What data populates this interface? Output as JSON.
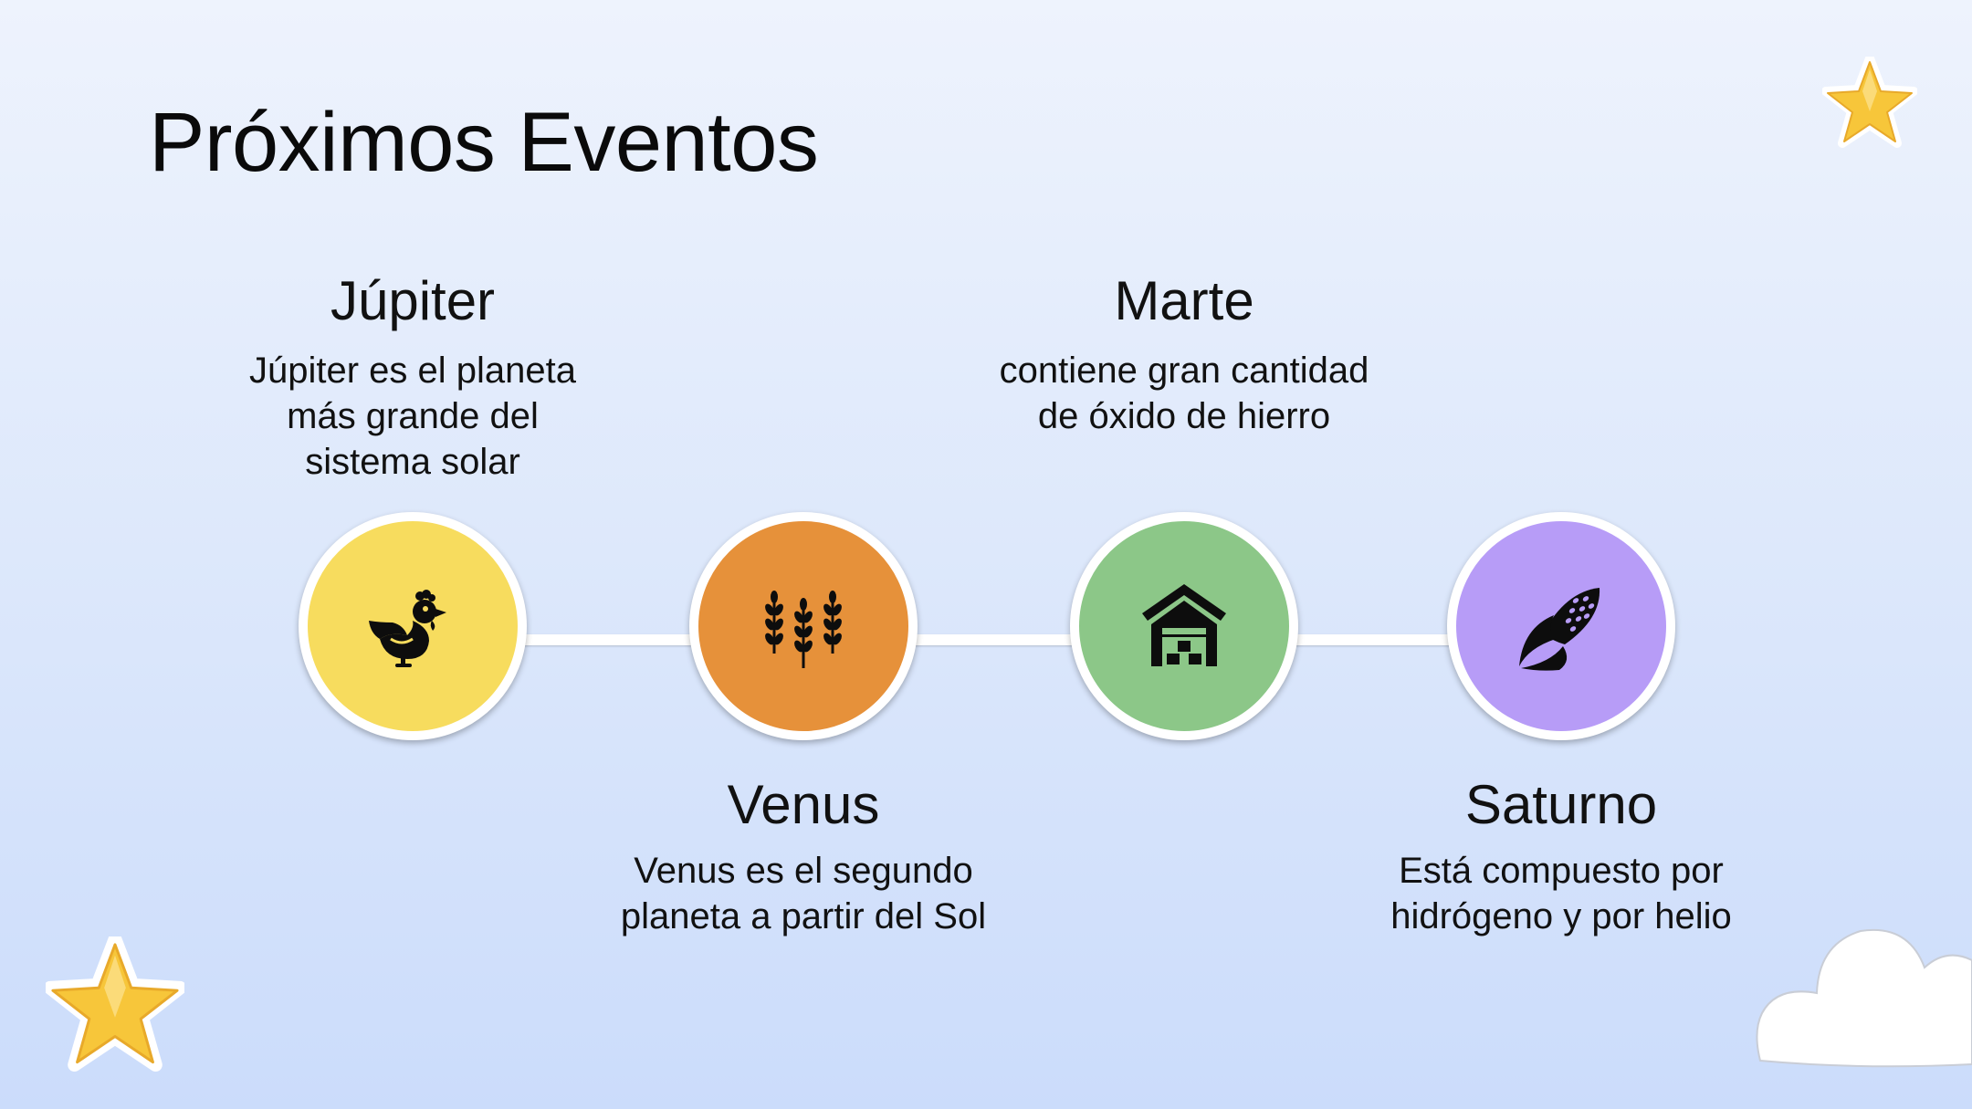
{
  "slide": {
    "title": "Próximos Eventos",
    "background_top": "#eef3fd",
    "background_bottom": "#cbdcfb"
  },
  "events": [
    {
      "title": "Júpiter",
      "description": "Júpiter es el planeta más grande del sistema solar",
      "color": "#f7dc5e",
      "icon": "chicken-icon"
    },
    {
      "title": "Venus",
      "description": "Venus es el segundo planeta a partir del Sol",
      "color": "#e6913a",
      "icon": "wheat-icon"
    },
    {
      "title": "Marte",
      "description": "contiene gran cantidad de óxido de hierro",
      "color": "#8cc788",
      "icon": "barn-icon"
    },
    {
      "title": "Saturno",
      "description": "Está compuesto por hidrógeno y por helio",
      "color": "#b79cf7",
      "icon": "corn-icon"
    }
  ],
  "decorations": {
    "star_color": "#f7c63a",
    "cloud_color": "#ffffff"
  }
}
